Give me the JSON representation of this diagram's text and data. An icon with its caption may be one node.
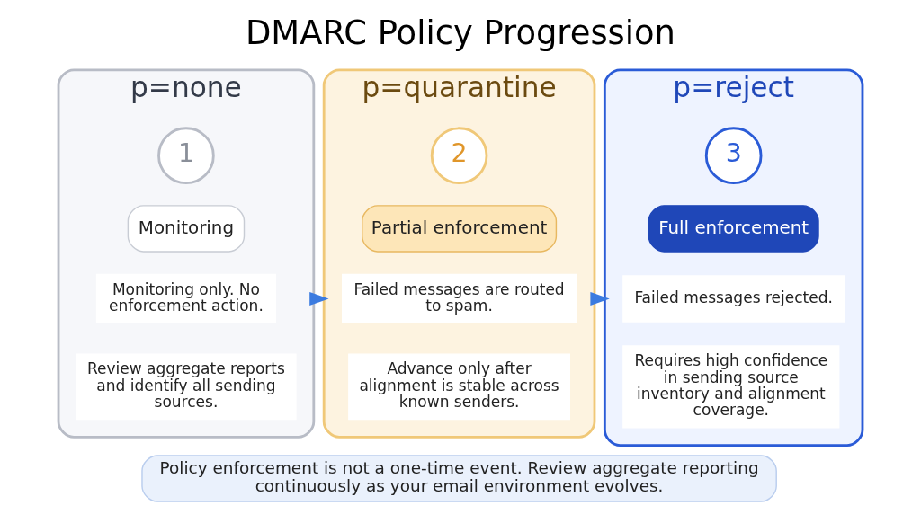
{
  "diagram": {
    "title": "DMARC Policy Progression",
    "nodes": [
      {
        "text": [
          "p=none"
        ]
      },
      {
        "text": [
          "1"
        ],
        "in": 0
      },
      {
        "text": [
          "Monitoring"
        ],
        "in": 0
      },
      {
        "text": [
          "Monitoring only. No enforcement action."
        ],
        "in": 0
      },
      {
        "text": [
          "Review aggregate reports and identify all sending sources."
        ],
        "in": 0
      },
      {
        "text": [
          "p=quarantine"
        ]
      },
      {
        "text": [
          "2"
        ],
        "in": 5
      },
      {
        "text": [
          "Partial enforcement"
        ],
        "in": 5
      },
      {
        "text": [
          "Failed messages are routed to spam."
        ],
        "in": 5
      },
      {
        "text": [
          "Advance only after alignment is stable across known senders."
        ],
        "in": 5
      },
      {
        "text": [
          "p=reject"
        ]
      },
      {
        "text": [
          "3"
        ],
        "in": 10
      },
      {
        "text": [
          "Full enforcement"
        ],
        "in": 10
      },
      {
        "text": [
          "Failed messages rejected."
        ],
        "in": 10
      },
      {
        "text": [
          "Requires high confidence in sending source inventory and alignment coverage."
        ],
        "in": 10
      },
      {
        "text": [
          "Policy enforcement is not a one-time event. Review aggregate reporting continuously as your email environment evolves."
        ]
      }
    ],
    "edges": [
      {
        "from": 0,
        "to": 5,
        "arrow": "to"
      },
      {
        "from": 5,
        "to": 10,
        "arrow": "to"
      }
    ]
  }
}
